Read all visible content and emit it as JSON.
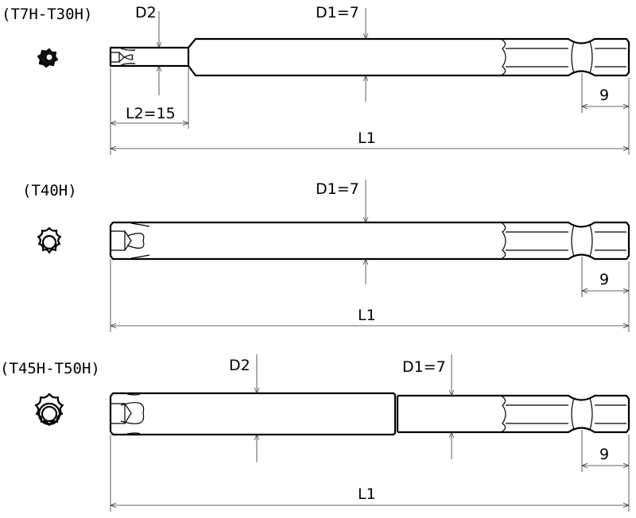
{
  "bits": [
    {
      "label": "(T7H-T30H)",
      "d2": "D2",
      "d1": "D1=7",
      "l2": "L2=15",
      "hex": "9",
      "l1": "L1"
    },
    {
      "label": "(T40H)",
      "d1": "D1=7",
      "hex": "9",
      "l1": "L1"
    },
    {
      "label": "(T45H-T50H)",
      "d2": "D2",
      "d1": "D1=7",
      "hex": "9",
      "l1": "L1"
    }
  ]
}
